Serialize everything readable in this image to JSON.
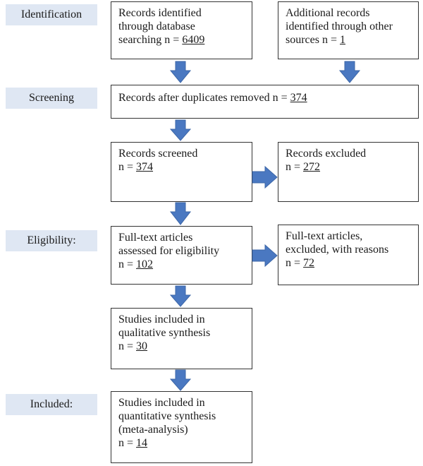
{
  "colors": {
    "stage_label_bg": "#dfe7f3",
    "arrow_fill": "#4a78c1",
    "arrow_stroke": "#3d67a8",
    "box_border": "#333333"
  },
  "stages": {
    "identification": "Identification",
    "screening": "Screening",
    "eligibility": "Eligibility:",
    "included": "Included:"
  },
  "boxes": {
    "database_records": {
      "lines": [
        "Records identified",
        "through database"
      ],
      "last_prefix": "searching n = ",
      "count": "6409"
    },
    "other_records": {
      "lines": [
        "Additional records",
        "identified through other"
      ],
      "last_prefix": "sources n = ",
      "count": "1"
    },
    "duplicates_removed": {
      "prefix": "Records after duplicates removed n = ",
      "count": "374"
    },
    "records_screened": {
      "lines": [
        "Records screened"
      ],
      "last_prefix": "n = ",
      "count": "374"
    },
    "records_excluded": {
      "lines": [
        "Records excluded"
      ],
      "last_prefix": "n = ",
      "count": "272"
    },
    "fulltext_assessed": {
      "lines": [
        "Full-text articles",
        "assessed for eligibility"
      ],
      "last_prefix": "n = ",
      "count": "102"
    },
    "fulltext_excluded": {
      "lines": [
        "Full-text articles,",
        "excluded, with reasons"
      ],
      "last_prefix": "n = ",
      "count": "72"
    },
    "qualitative": {
      "lines": [
        "Studies included in",
        "qualitative synthesis"
      ],
      "last_prefix": "n = ",
      "count": "30"
    },
    "quantitative": {
      "lines": [
        "Studies included in",
        "quantitative synthesis",
        "(meta-analysis)"
      ],
      "last_prefix": "n = ",
      "count": "14"
    }
  }
}
